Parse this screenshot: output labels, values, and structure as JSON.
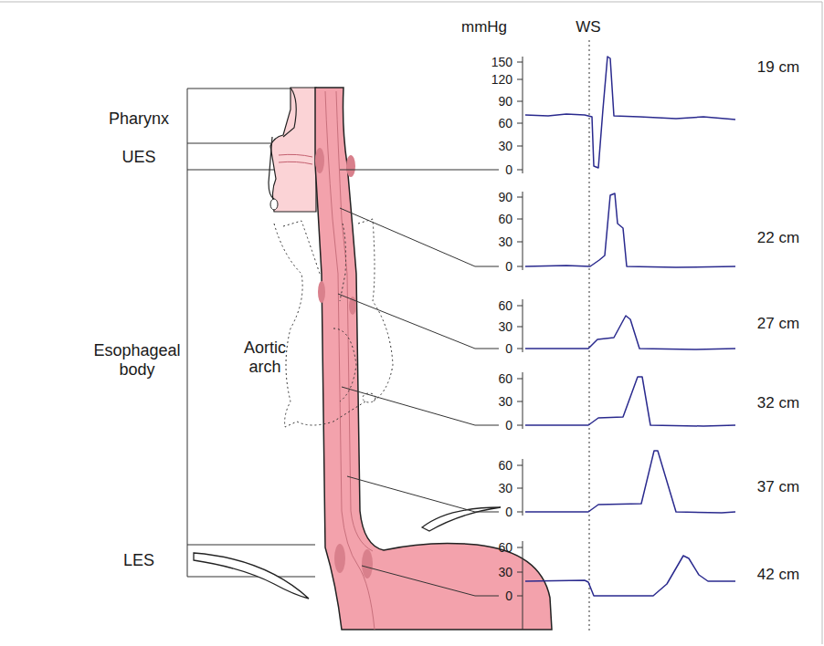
{
  "diagram": {
    "labels": [
      "mmHg",
      "WS",
      "Pharynx",
      "UES",
      "Esophageal body",
      "Aortic arch",
      "LES",
      "150",
      "120",
      "90",
      "60",
      "30",
      "0",
      "19 cm",
      "90",
      "60",
      "30",
      "0",
      "22 cm",
      "60",
      "30",
      "0",
      "27 cm",
      "60",
      "30",
      "0",
      "32 cm",
      "60",
      "30",
      "0",
      "37 cm",
      "60",
      "30",
      "0",
      "42 cm"
    ]
  }
}
